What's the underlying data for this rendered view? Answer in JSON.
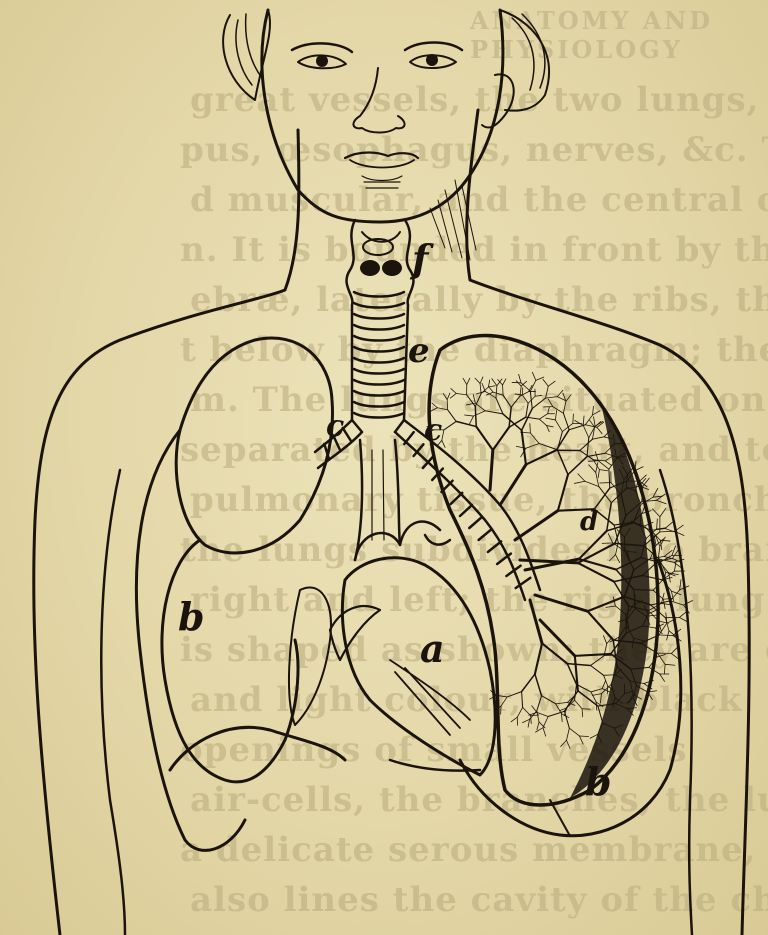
{
  "page": {
    "running_head": "ANATOMY AND PHYSIOLOGY",
    "bleed_lines": [
      "great vessels, the two lungs, bro",
      "pus, œsophagus, nerves, &c. The h",
      "d muscular, and the central organ",
      "n. It is bounded in front by the",
      "ebræ, laterally by the ribs, the sides",
      "t below by the diaphragm; the centre",
      "m. The lungs are situated on each s",
      "separated by the heart, and to b",
      "pulmonary tissue, the bronchi and ve",
      "the lungs subdivides into branches",
      "right and left; the right lung",
      "is shaped as shown; they are of",
      "and light colour, with black",
      "openings of small vessels",
      "air-cells, the branches, the lun",
      "a delicate serous membrane, the",
      "also lines the cavity of the chest; th"
    ]
  },
  "figure": {
    "labels": {
      "a": "a",
      "b_left": "b",
      "b_right": "b",
      "c_left": "c",
      "c_right": "c",
      "d": "d",
      "e": "e",
      "f": "f"
    }
  }
}
